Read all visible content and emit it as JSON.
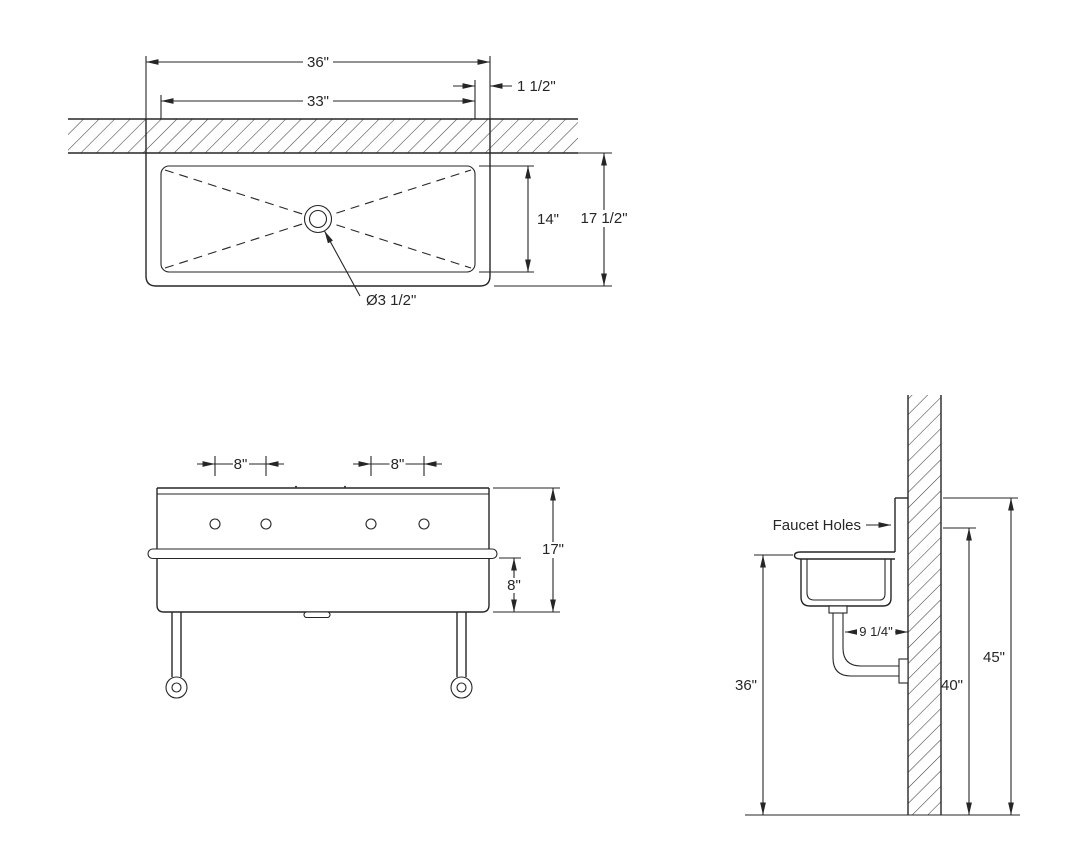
{
  "style": {
    "ink": "#262626",
    "background": "#ffffff"
  },
  "drawing": {
    "top_view": {
      "overall_width": "36\"",
      "bowl_width": "33\"",
      "rim_offset": "1 1/2\"",
      "bowl_depth": "14\"",
      "overall_depth": "17 1/2\"",
      "drain_callout": "Ø3 1/2\""
    },
    "front_view": {
      "hole_spacing_left": "8\"",
      "hole_spacing_right": "8\"",
      "overall_height": "17\"",
      "bowl_depth": "8\""
    },
    "side_view": {
      "faucet_holes_label": "Faucet Holes",
      "drain_to_wall": "9 1/4\"",
      "rim_height": "36\"",
      "faucet_height": "40\"",
      "splash_height": "45\""
    }
  }
}
